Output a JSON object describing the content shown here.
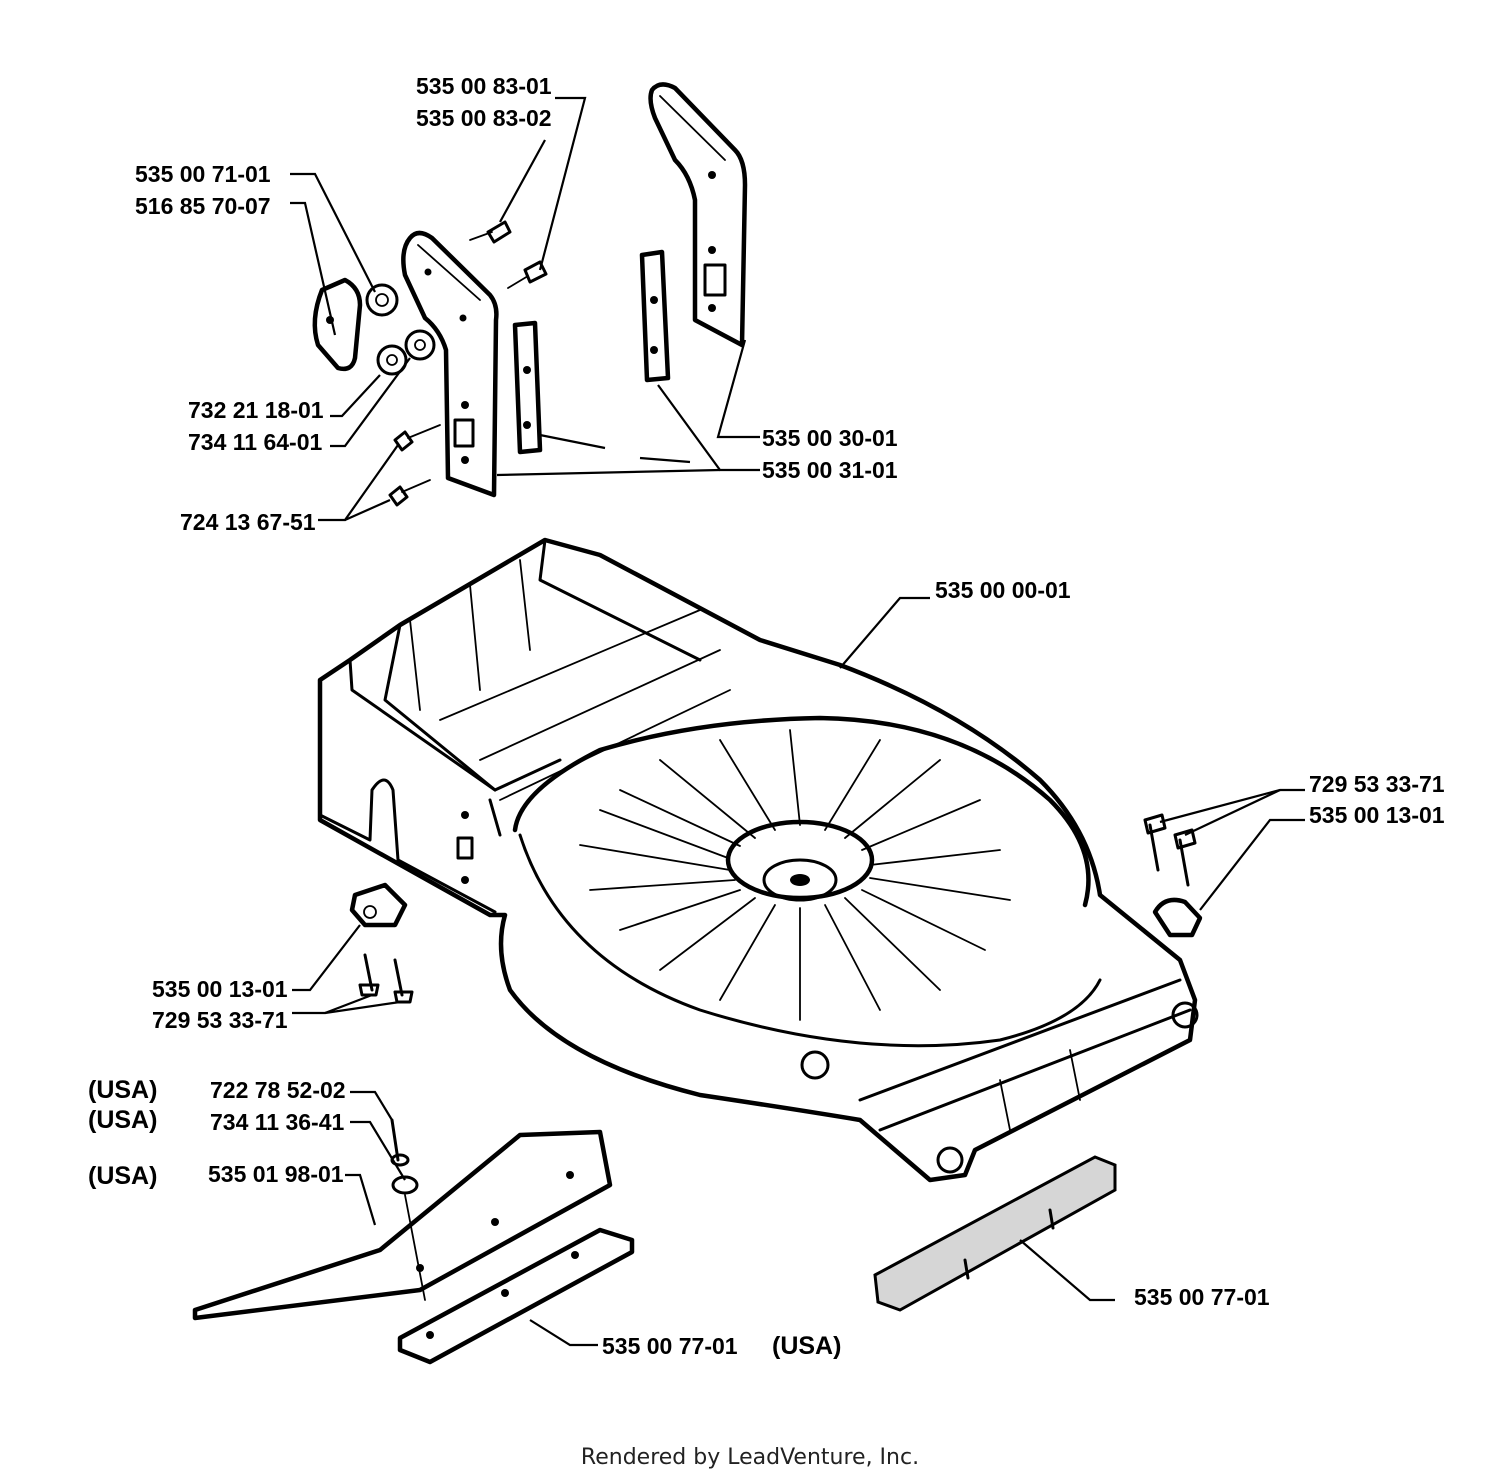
{
  "labels": {
    "l_535008301": "535 00 83-01",
    "l_535008302": "535 00 83-02",
    "l_535007101": "535 00 71-01",
    "l_516857007": "516 85 70-07",
    "l_732211801": "732 21 18-01",
    "l_734116401": "734 11 64-01",
    "l_724136751": "724 13 67-51",
    "l_535003001": "535 00 30-01",
    "l_535003101": "535 00 31-01",
    "l_535000001": "535 00 00-01",
    "l_729533371_r": "729 53 33-71",
    "l_535001301_r": "535 00 13-01",
    "l_535001301_l": "535 00 13-01",
    "l_729533371_l": "729 53 33-71",
    "l_722785202": "722 78 52-02",
    "l_734113641": "734 11 36-41",
    "l_535019801": "535 01 98-01",
    "l_535007701_l": "535 00 77-01",
    "l_535007701_r": "535 00 77-01"
  },
  "usa": {
    "u1": "(USA)",
    "u2": "(USA)",
    "u3": "(USA)",
    "u4": "(USA)"
  },
  "footer": "Rendered by LeadVenture, Inc."
}
